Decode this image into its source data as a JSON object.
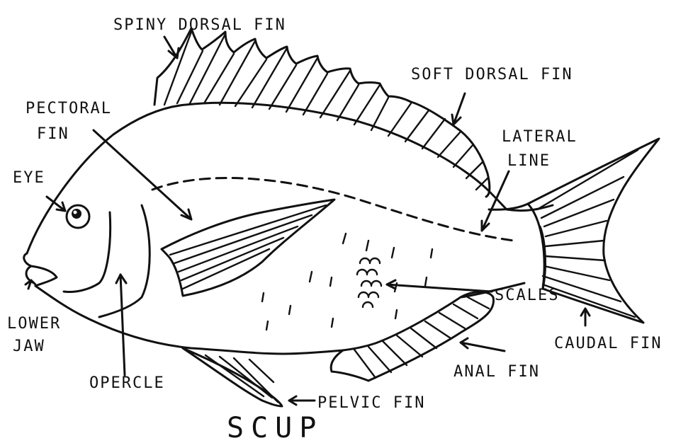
{
  "title": "SCUP",
  "labels": {
    "spiny_dorsal_fin": "SPINY DORSAL FIN",
    "soft_dorsal_fin": "SOFT DORSAL FIN",
    "pectoral_fin_line1": "PECTORAL",
    "pectoral_fin_line2": "FIN",
    "eye": "EYE",
    "lateral_line_line1": "LATERAL",
    "lateral_line_line2": "LINE",
    "lower_jaw_line1": "LOWER",
    "lower_jaw_line2": "JAW",
    "scales": "SCALES",
    "caudal_fin": "CAUDAL FIN",
    "operculum": "OPERCLE",
    "anal_fin": "ANAL FIN",
    "pelvic_fin": "PELVIC FIN"
  }
}
